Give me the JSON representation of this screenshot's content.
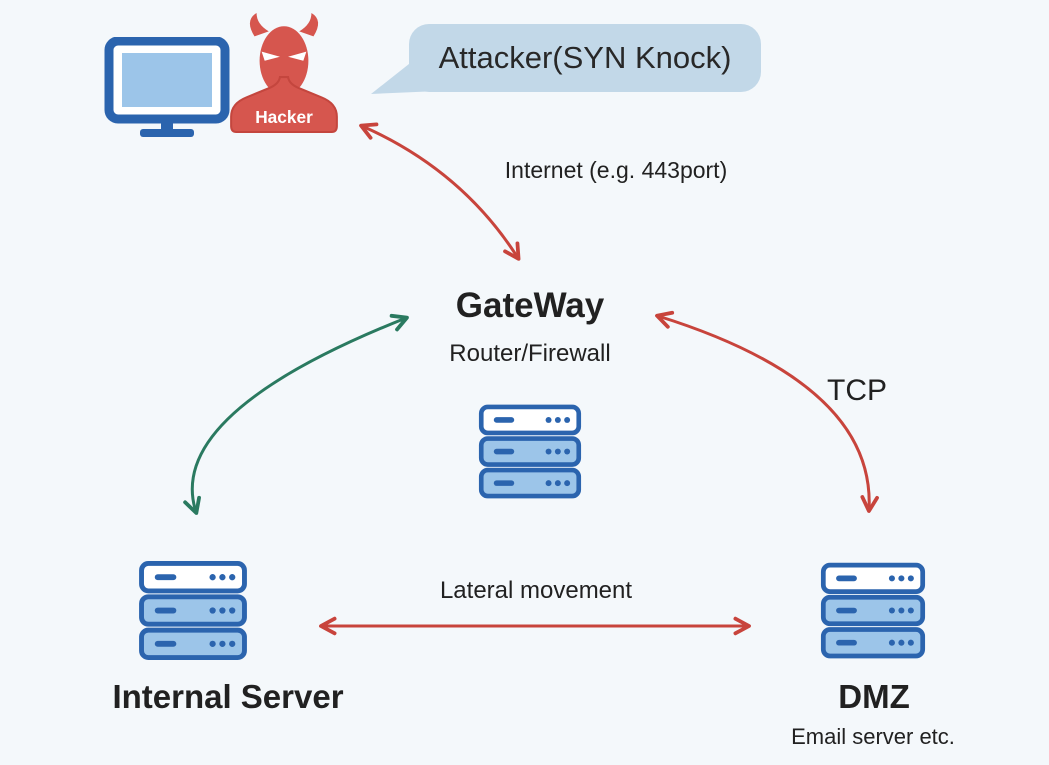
{
  "diagram": {
    "background": "#f4f8fb",
    "attacker": {
      "name": "Hacker",
      "bubble_label": "Attacker(SYN Knock)",
      "pc_icon": "monitor-icon",
      "icon": "devil-hacker-icon"
    },
    "gateway": {
      "title": "GateWay",
      "subtitle": "Router/Firewall",
      "icon": "server-stack-icon"
    },
    "internal_server": {
      "title": "Internal Server",
      "icon": "server-stack-icon"
    },
    "dmz": {
      "title": "DMZ",
      "subtitle": "Email server etc.",
      "icon": "server-stack-icon"
    },
    "connections": {
      "attacker_gateway": {
        "label": "Internet (e.g. 443port)",
        "color": "#c8443c",
        "shape": "curved",
        "heads": "double"
      },
      "gateway_internal": {
        "label": "",
        "color": "#2a7a60",
        "shape": "curved",
        "heads": "double"
      },
      "gateway_dmz": {
        "label": "TCP",
        "color": "#c8443c",
        "shape": "curved",
        "heads": "double"
      },
      "internal_dmz": {
        "label": "Lateral movement",
        "color": "#c8443c",
        "shape": "straight",
        "heads": "double"
      }
    },
    "colors": {
      "node_outline_blue": "#2b64ae",
      "node_fill_light_blue": "#9cc5e9",
      "bubble_fill": "#c2d8e8",
      "arrow_red": "#c8443c",
      "arrow_green": "#2a7a60",
      "hacker_red": "#d6564e",
      "text": "#212121"
    }
  }
}
